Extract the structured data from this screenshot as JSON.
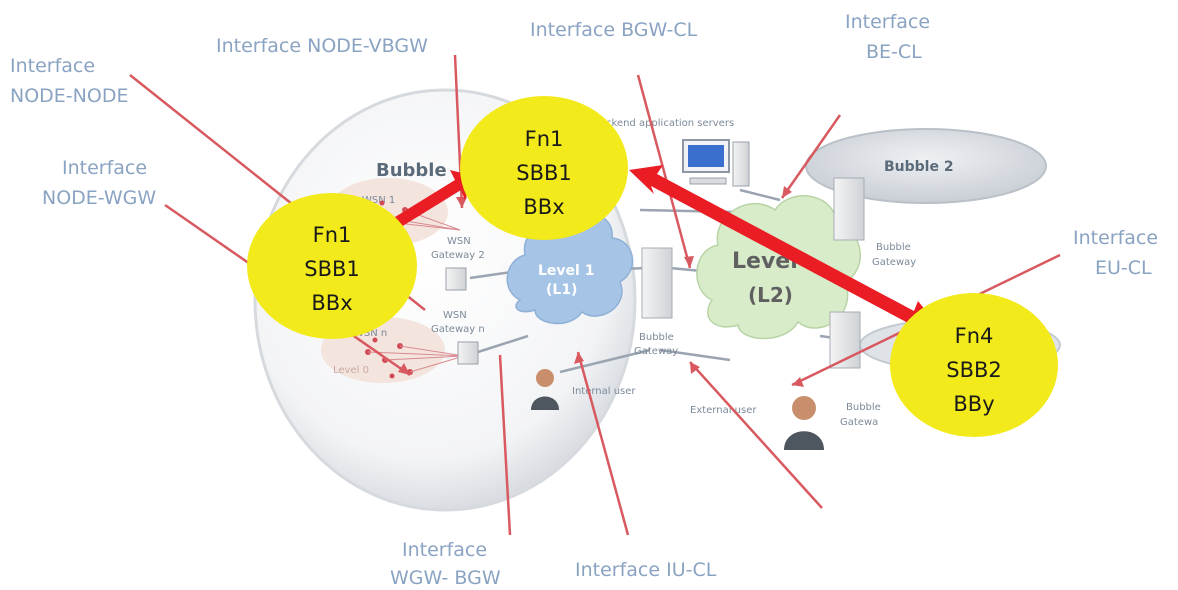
{
  "interfaces": {
    "node_node": [
      "Interface",
      "NODE-NODE"
    ],
    "node_vbgw": "Interface NODE-VBGW",
    "bgw_cl": "Interface BGW-CL",
    "be_cl": [
      "Interface",
      "BE-CL"
    ],
    "node_wgw": [
      "Interface",
      "NODE-WGW"
    ],
    "eu_cl": [
      "Interface",
      "EU-CL"
    ],
    "wgw_bgw": [
      "Interface",
      "WGW- BGW"
    ],
    "iu_cl": "Interface IU-CL"
  },
  "bubbles": {
    "bubble1": "Bubble",
    "bubble2": "Bubble 2"
  },
  "clouds": {
    "level1": [
      "Level 1",
      "(L1)"
    ],
    "level2": [
      "Level",
      "(L2)"
    ]
  },
  "labels": {
    "backend": "ckend application servers",
    "wsn1": "WSN 1",
    "wsn_gw2": [
      "WSN",
      "Gateway 2"
    ],
    "wsn_gwn": [
      "WSN",
      "Gateway n"
    ],
    "wsn_n": "WSN n",
    "level0": "Level 0",
    "bubble_gw_center": [
      "Bubble",
      "Gateway"
    ],
    "bubble_gw_right": [
      "Bubble",
      "Gateway"
    ],
    "bubble_gw_bottom": [
      "Bubble",
      "Gatewa"
    ],
    "internal_user": "Internal user",
    "external_user": "External user"
  },
  "nodes": [
    {
      "id": "fn1-top",
      "lines": [
        "Fn1",
        "SBB1",
        "BBx"
      ]
    },
    {
      "id": "fn1-left",
      "lines": [
        "Fn1",
        "SBB1",
        "BBx"
      ]
    },
    {
      "id": "fn4-right",
      "lines": [
        "Fn4",
        "SBB2",
        "BBy"
      ]
    }
  ],
  "colors": {
    "node_fill": "#f2ea1a",
    "arrow": "#ea1c24",
    "interface_text": "#8aa3c2",
    "pointer_line": "#d85a60",
    "level1_cloud": "#a6c4e6",
    "level2_cloud": "#d9ecc9"
  }
}
